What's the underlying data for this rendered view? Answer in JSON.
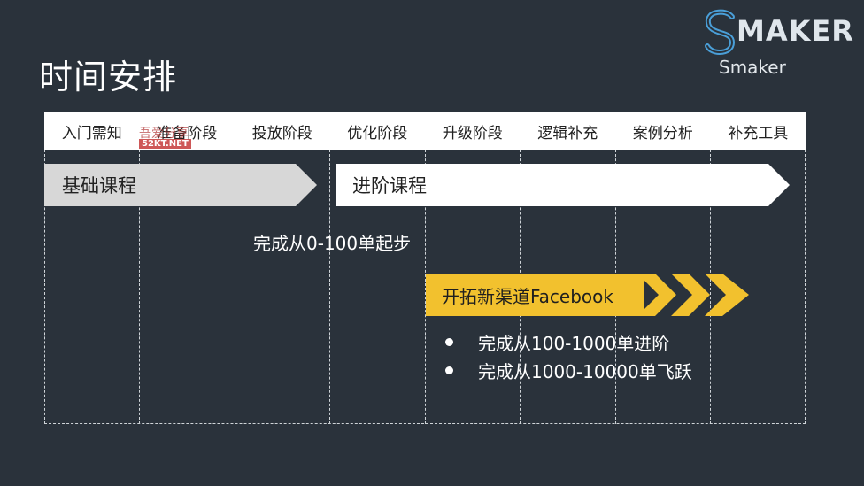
{
  "slide": {
    "title": "时间安排"
  },
  "logo": {
    "brand": "MAKER",
    "sub": "Smaker",
    "color": "#4a9fd8"
  },
  "phases": [
    "入门需知",
    "准备阶段",
    "投放阶段",
    "优化阶段",
    "升级阶段",
    "逻辑补充",
    "案例分析",
    "补充工具"
  ],
  "courses": {
    "basic": "基础课程",
    "advanced": "进阶课程"
  },
  "milestone": {
    "start": "完成从0-100单起步"
  },
  "channel": {
    "label": "开拓新渠道Facebook",
    "color": "#f2c12e"
  },
  "goals": [
    "完成从100-1000单进阶",
    "完成从1000-10000单飞跃"
  ],
  "watermark": {
    "top": "吾爱分享",
    "bottom": "52KT.NET"
  }
}
